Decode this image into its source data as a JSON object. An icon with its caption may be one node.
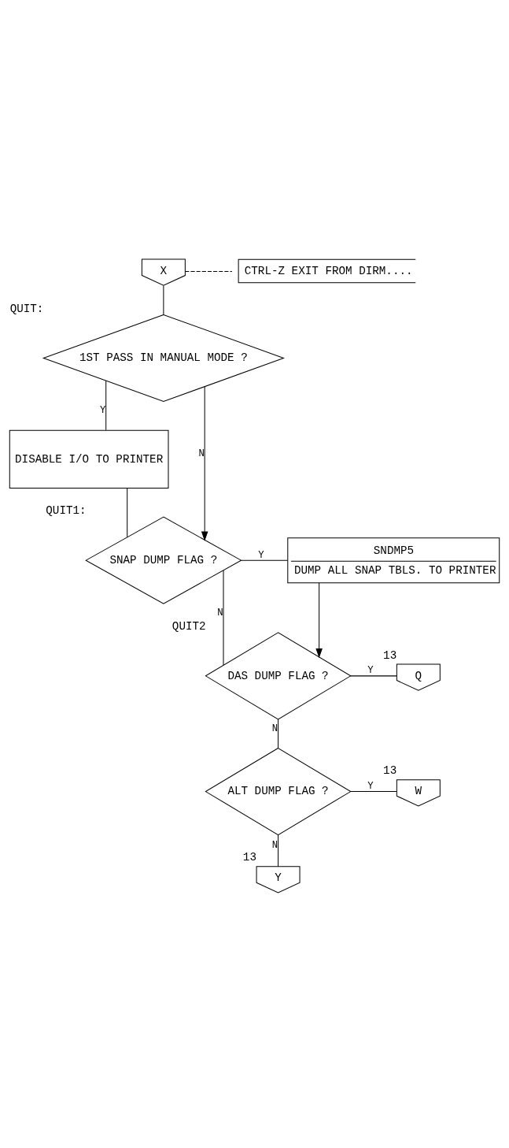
{
  "diagram": {
    "nodes": [
      {
        "text": [
          "X"
        ]
      },
      {
        "text": [
          "CTRL-Z EXIT FROM DIRM...."
        ]
      },
      {
        "text": [
          "1ST PASS IN MANUAL MODE ?"
        ],
        "beside": [
          "QUIT:"
        ]
      },
      {
        "text": [
          "DISABLE I/O TO PRINTER"
        ]
      },
      {
        "text": [
          "SNAP DUMP FLAG ?"
        ],
        "beside": [
          "QUIT1:"
        ]
      },
      {
        "text": [
          "SNDMP5",
          "DUMP ALL SNAP TBLS. TO PRINTER"
        ]
      },
      {
        "text": [
          "DAS DUMP FLAG ?"
        ],
        "beside": [
          "QUIT2"
        ]
      },
      {
        "text": [
          "Q"
        ],
        "beside": [
          "13"
        ]
      },
      {
        "text": [
          "ALT DUMP FLAG ?"
        ]
      },
      {
        "text": [
          "W"
        ],
        "beside": [
          "13"
        ]
      },
      {
        "text": [
          "Y"
        ],
        "beside": [
          "13"
        ]
      }
    ],
    "edges": [
      {
        "from": 0,
        "to": 1,
        "arrow": "none",
        "style": "dashed"
      },
      {
        "from": 0,
        "to": 2,
        "arrow": "none"
      },
      {
        "from": 2,
        "to": 3,
        "label": "Y",
        "arrow": "none"
      },
      {
        "from": 2,
        "to": 4,
        "label": "N",
        "arrow": "to"
      },
      {
        "from": 3,
        "to": 4,
        "arrow": "none"
      },
      {
        "from": 4,
        "to": 5,
        "label": "Y",
        "arrow": "none"
      },
      {
        "from": 5,
        "to": 6,
        "arrow": "to"
      },
      {
        "from": 4,
        "to": 6,
        "label": "N",
        "arrow": "none"
      },
      {
        "from": 6,
        "to": 7,
        "label": "Y",
        "arrow": "none"
      },
      {
        "from": 6,
        "to": 8,
        "label": "N",
        "arrow": "none"
      },
      {
        "from": 8,
        "to": 9,
        "label": "Y",
        "arrow": "none"
      },
      {
        "from": 8,
        "to": 10,
        "label": "N",
        "arrow": "none"
      }
    ]
  }
}
